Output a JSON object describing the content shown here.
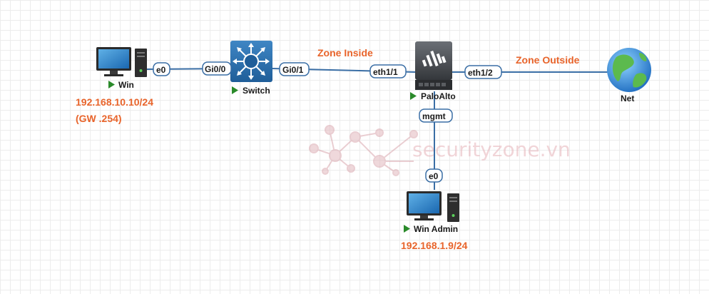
{
  "colors": {
    "accent": "#e8642b",
    "link": "#3a6ea5",
    "play": "#2a8a2a"
  },
  "zones": {
    "inside": "Zone Inside",
    "outside": "Zone Outside"
  },
  "watermark": "securityzone.vn",
  "nodes": {
    "win": {
      "label": "Win",
      "ip": "192.168.10.10/24",
      "gw": "(GW .254)"
    },
    "switch": {
      "label": "Switch"
    },
    "paloalto": {
      "label": "PaloAlto"
    },
    "net": {
      "label": "Net"
    },
    "win_admin": {
      "label": "Win Admin",
      "ip": "192.168.1.9/24"
    }
  },
  "ports": {
    "win_e0": "e0",
    "switch_gi00": "Gi0/0",
    "switch_gi01": "Gi0/1",
    "pa_eth11": "eth1/1",
    "pa_eth12": "eth1/2",
    "pa_mgmt": "mgmt",
    "admin_e0": "e0"
  }
}
